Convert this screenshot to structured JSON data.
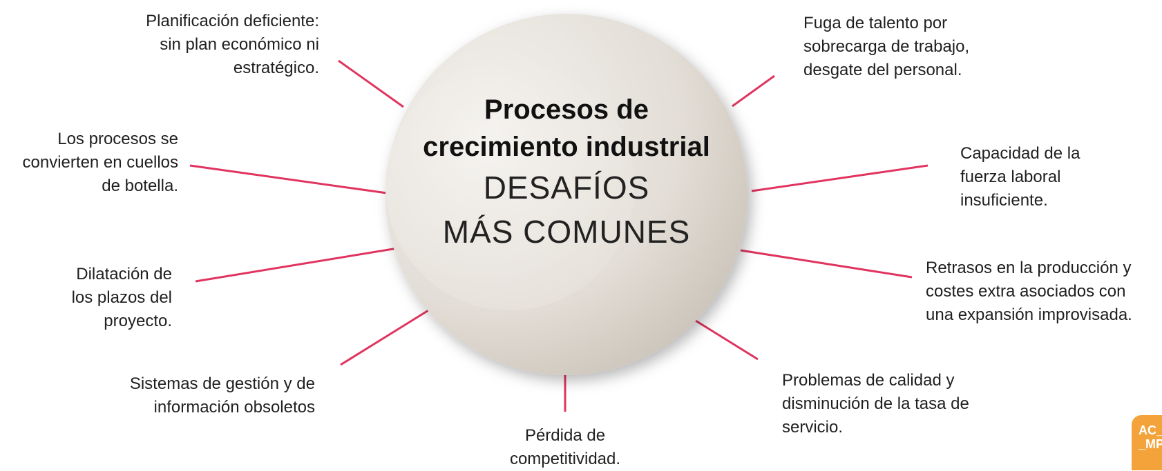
{
  "center": {
    "title_line1": "Procesos de",
    "title_line2": "crecimiento industrial",
    "subtitle_line1": "DESAFÍOS",
    "subtitle_line2": "MÁS COMUNES"
  },
  "challenges": {
    "planificacion": [
      "Planificación deficiente:",
      "sin plan económico ni",
      "estratégico."
    ],
    "cuellos": [
      "Los procesos se",
      "convierten en cuellos",
      "de botella."
    ],
    "plazos": [
      "Dilatación de",
      "los plazos del",
      "proyecto."
    ],
    "sistemas": [
      "Sistemas de gestión y de",
      "información obsoletos"
    ],
    "competitividad": [
      "Pérdida de",
      "competitividad."
    ],
    "fuga": [
      "Fuga de talento por",
      "sobrecarga de trabajo,",
      "desgate del personal."
    ],
    "capacidad": [
      "Capacidad de la",
      "fuerza laboral",
      "insuficiente."
    ],
    "retrasos": [
      "Retrasos en la producción y",
      "costes extra asociados con",
      "una expansión improvisada."
    ],
    "calidad": [
      "Problemas de calidad y",
      "disminución de la tasa de",
      "servicio."
    ]
  },
  "badge": {
    "line1": "AC_",
    "line2": "_MP"
  },
  "colors": {
    "connector": "#e0345f",
    "circle_light": "#f2f0ec",
    "circle_dark": "#c9c1b7",
    "badge": "#f3a33a"
  }
}
